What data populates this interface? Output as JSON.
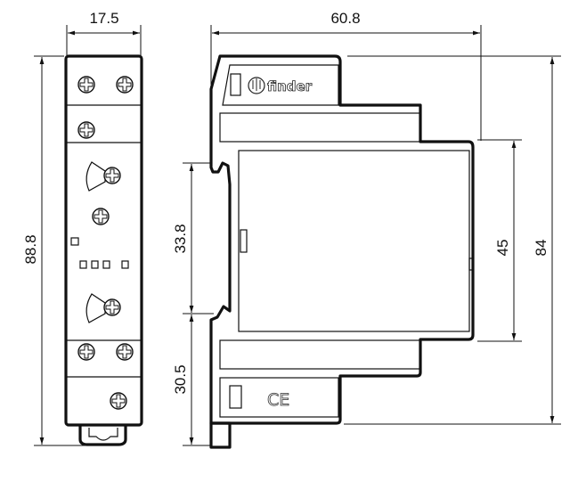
{
  "title": "Finder module dimensional drawing",
  "dimensions": {
    "front_width": "17.5",
    "side_depth": "60.8",
    "total_height": "88.8",
    "din_clip_height": "33.8",
    "lower_height": "30.5",
    "front_face_height": "45",
    "body_height": "84"
  },
  "brand": {
    "logo_text": "finder"
  },
  "marks": {
    "ce": "CE"
  },
  "colors": {
    "line": "#111111",
    "background": "#ffffff"
  }
}
